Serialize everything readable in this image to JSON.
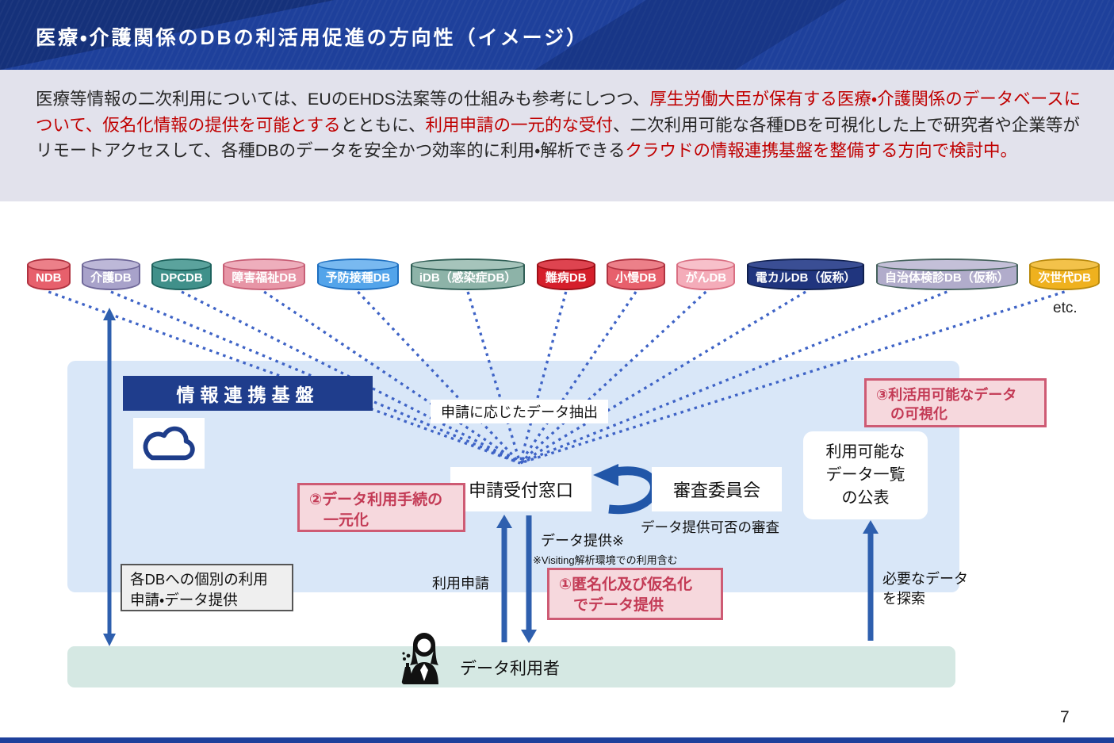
{
  "header": {
    "title": "医療・介護関係のDBの利活用促進の方向性（イメージ）"
  },
  "summary": {
    "segments": [
      {
        "text": "医療等情報の二次利用については、EUのEHDS法案等の仕組みも参考にしつつ、",
        "color": "black"
      },
      {
        "text": "厚生労働大臣が保有する医療・介護関係のデータベースについて、仮名化情報の提供を可能とする",
        "color": "red"
      },
      {
        "text": "とともに、",
        "color": "black"
      },
      {
        "text": "利用申請の一元的な受付",
        "color": "red"
      },
      {
        "text": "、二次利用可能な各種DBを可視化した上で研究者や企業等がリモートアクセスして、各種DBのデータを安全かつ効率的に利用・解析できる",
        "color": "black"
      },
      {
        "text": "クラウドの情報連携基盤を整備する方向で検討中。",
        "color": "red"
      }
    ]
  },
  "databases": [
    {
      "label": "NDB",
      "fill": "#E7606C",
      "top": "#EC8089",
      "border": "#B03341"
    },
    {
      "label": "介護DB",
      "fill": "#A8A2CA",
      "top": "#BDB8D8",
      "border": "#6F6899"
    },
    {
      "label": "DPCDB",
      "fill": "#40908A",
      "top": "#5BA39D",
      "border": "#1E635E"
    },
    {
      "label": "障害福祉DB",
      "fill": "#E795A6",
      "top": "#EEAEBC",
      "border": "#C75F76"
    },
    {
      "label": "予防接種DB",
      "fill": "#53A4EA",
      "top": "#79B9F0",
      "border": "#1E6FC0"
    },
    {
      "label": "iDB（感染症DB）",
      "fill": "#8DB3A8",
      "top": "#A6C4BB",
      "border": "#2F5E55"
    },
    {
      "label": "難病DB",
      "fill": "#D51F2B",
      "top": "#DE4450",
      "border": "#9E1018"
    },
    {
      "label": "小慢DB",
      "fill": "#E7606C",
      "top": "#EC8089",
      "border": "#B03341"
    },
    {
      "label": "がんDB",
      "fill": "#F4ACB9",
      "top": "#F7C0CA",
      "border": "#D96F82"
    },
    {
      "label": "電カルDB（仮称）",
      "fill": "#20357E",
      "top": "#3A4E94",
      "border": "#10204F"
    },
    {
      "label": "自治体検診DB（仮称）",
      "fill": "#B1ACCB",
      "top": "#C4C0D8",
      "border": "#46635D"
    },
    {
      "label": "次世代DB",
      "fill": "#EFB11E",
      "top": "#F3C24A",
      "border": "#B98A0E"
    }
  ],
  "databases_etc": "etc.",
  "platform": {
    "title": "情報連携基盤",
    "extract_label": "申請に応じたデータ抽出",
    "application_desk": "申請受付窓口",
    "review_committee": "審査委員会",
    "review_note": "データ提供可否の審査",
    "available_list": [
      "利用可能な",
      "データ一覧",
      "の公表"
    ]
  },
  "callouts": {
    "c1": [
      "①匿名化及び仮名化",
      "でデータ提供"
    ],
    "c2": [
      "②データ利用手続の",
      "一元化"
    ],
    "c3": [
      "③利活用可能なデータ",
      "の可視化"
    ]
  },
  "labels": {
    "individual_apply": [
      "各DBへの個別の利用",
      "申請・データ提供"
    ],
    "data_provide": "データ提供※",
    "visiting_note": "※Visiting解析環境での利用含む",
    "use_apply": "利用申請",
    "search_data": [
      "必要なデータ",
      "を探索"
    ],
    "data_user": "データ利用者"
  },
  "page_number": "7",
  "colors": {
    "header_bg": "#1E409B",
    "summary_bg": "#E2E2EC",
    "emphasis_red": "#C00000",
    "panel_bg": "#D9E7F8",
    "platform_navy": "#1F3D8C",
    "callout_border": "#CE5B74",
    "callout_bg": "#F6D8DD",
    "callout_text": "#C33A55",
    "userbar_bg": "#D5E8E3",
    "arrow_blue": "#2E5FAE",
    "dotted_blue": "#3E63C6"
  }
}
